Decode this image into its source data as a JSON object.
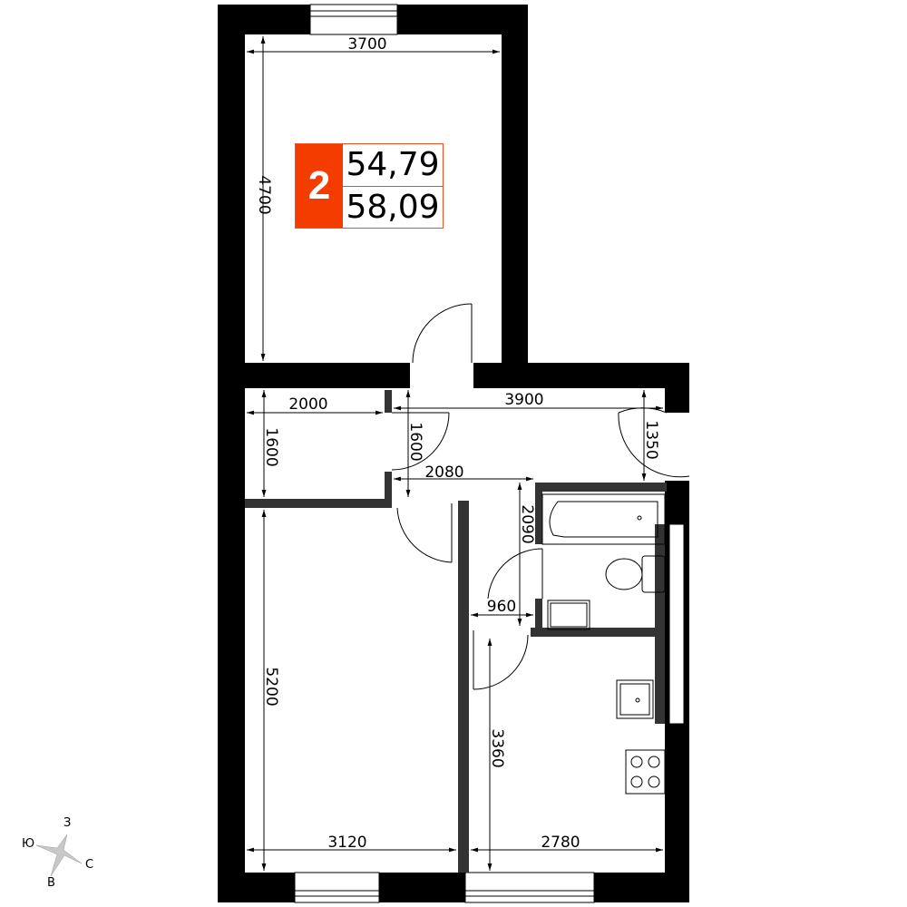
{
  "apartment": {
    "rooms": "2",
    "living_area": "54,79",
    "total_area": "58,09"
  },
  "dimensions": {
    "top_room_width": "3700",
    "top_room_depth": "4700",
    "hall_left_width": "2000",
    "hall_right_width": "3900",
    "hall_left_depth": "1600",
    "hall_mid_depth": "1600",
    "hall_right_depth": "1350",
    "corridor_width": "2080",
    "bath_depth": "2090",
    "bath_door_width": "960",
    "bedroom_depth": "5200",
    "kitchen_depth": "3360",
    "bedroom_width": "3120",
    "kitchen_width": "2780"
  },
  "compass": {
    "north": "С",
    "south": "Ю",
    "east": "В",
    "west": "З"
  },
  "colors": {
    "accent": "#f53c00",
    "wall": "#000000",
    "partition": "#333333"
  }
}
